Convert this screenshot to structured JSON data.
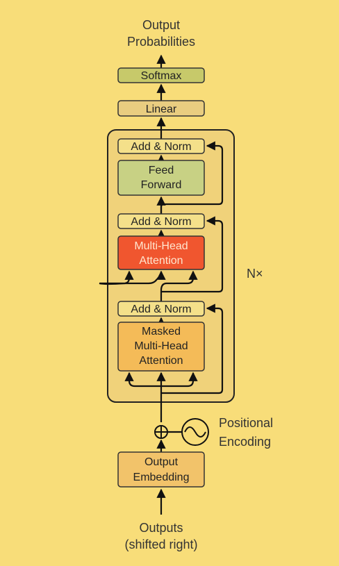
{
  "labels": {
    "output_top_line1": "Output",
    "output_top_line2": "Probabilities",
    "softmax": "Softmax",
    "linear": "Linear",
    "add_norm_1": "Add & Norm",
    "feed_forward_line1": "Feed",
    "feed_forward_line2": "Forward",
    "add_norm_2": "Add & Norm",
    "mha_line1": "Multi-Head",
    "mha_line2": "Attention",
    "add_norm_3": "Add & Norm",
    "masked_line1": "Masked",
    "masked_line2": "Multi-Head",
    "masked_line3": "Attention",
    "nx": "N×",
    "positional_line1": "Positional",
    "positional_line2": "Encoding",
    "embedding_line1": "Output",
    "embedding_line2": "Embedding",
    "inputs_line1": "Outputs",
    "inputs_line2": "(shifted right)"
  },
  "colors": {
    "background": "#f8dd79",
    "softmax_fill": "#c7c96a",
    "linear_fill": "#e9cd80",
    "add_norm_fill": "#f4e08a",
    "feed_forward_fill": "#c8d184",
    "mha_fill": "#f0562f",
    "masked_fill": "#f4bb58",
    "embedding_fill": "#f2c36a",
    "block_fill": "#f0d27a"
  }
}
